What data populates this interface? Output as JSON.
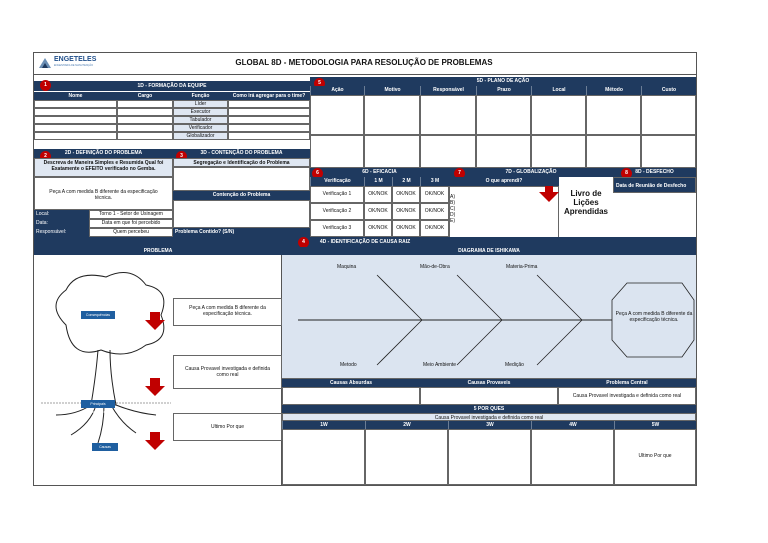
{
  "header": {
    "logo_text": "ENGETELES",
    "logo_sub": "ENGENHARIA DE MANUTENÇÃO",
    "title": "GLOBAL 8D - METODOLOGIA PARA RESOLUÇÃO DE PROBLEMAS"
  },
  "d1": {
    "badge": "1",
    "title": "1D - FORMAÇÃO DA EQUIPE",
    "cols": [
      "Nome",
      "Cargo",
      "Função",
      "Como irá agregar para o time?"
    ],
    "roles": [
      "Líder",
      "Executor",
      "Tabulador",
      "Verificador",
      "Globalizador"
    ]
  },
  "d2": {
    "badge": "2",
    "title": "2D - DEFINIÇÃO DO PROBLEMA",
    "prompt": "Descreva de Maneira Simples e Resumida Qual foi Exatamente o EFEITO verificado no Gemba.",
    "answer": "Peça A com medida B diferente da especificação técnica.",
    "rows": [
      {
        "label": "Local:",
        "value": "Torno 1 - Setor de Usinagem"
      },
      {
        "label": "Data:",
        "value": "Data em que foi percebido"
      },
      {
        "label": "Responsável:",
        "value": "Quem percebeu"
      }
    ]
  },
  "d3": {
    "badge": "3",
    "title": "3D - CONTENÇÃO DO PROBLEMA",
    "sub": "Segregação e Identificação do Problema",
    "contencao": "Contenção do Problema",
    "contido": "Problema Contido? (S/N)"
  },
  "d5": {
    "badge": "5",
    "title": "5D - PLANO DE AÇÃO",
    "cols": [
      "Ação",
      "Motivo",
      "Responsável",
      "Prazo",
      "Local",
      "Método",
      "Custo"
    ]
  },
  "d6": {
    "badge": "6",
    "title": "6D - EFICACIA",
    "cols": [
      "Verificação",
      "1 M",
      "2 M",
      "3 M"
    ],
    "rows": [
      {
        "label": "Verificação 1",
        "vals": [
          "OK/NOK",
          "OK/NOK",
          "OK/NOK"
        ]
      },
      {
        "label": "Verificação 2",
        "vals": [
          "OK/NOK",
          "OK/NOK",
          "OK/NOK"
        ]
      },
      {
        "label": "Verificação 3",
        "vals": [
          "OK/NOK",
          "OK/NOK",
          "OK/NOK"
        ]
      }
    ]
  },
  "d7": {
    "badge": "7",
    "title": "7D - GLOBALIZAÇÃO",
    "question": "O que aprendi?",
    "letters": [
      "A)",
      "B)",
      "C)",
      "D)",
      "E)"
    ],
    "book": "Livro de Lições Aprendidas"
  },
  "d8": {
    "badge": "8",
    "title": "8D - DESFECHO",
    "sub": "Data de Reunião de Desfecho"
  },
  "d4": {
    "badge": "4",
    "title": "4D - IDENTIFICAÇÃO DE CAUSA RAIZ",
    "problema": "PROBLEMA",
    "ishikawa": "DIAGRAMA DE ISHIKAWA",
    "tree": {
      "leaves": "Consequências",
      "trunk": "Principais Correlações",
      "roots": "Causas",
      "box1": "Peça A com medida B diferente da especificação técnica.",
      "box2": "Causa Provavel investigada e definida como real",
      "box3": "Ultimo Por que"
    },
    "fishbone": {
      "top": [
        "Maquina",
        "Mão-de-Obra",
        "Materia-Prima"
      ],
      "bottom": [
        "Metodo",
        "Meio Ambiente",
        "Medição"
      ],
      "head": "Peça A com medida B diferente da especificação técnica."
    },
    "causes": {
      "absurdas": "Causas Absurdas",
      "provaveis": "Causas Provaveis",
      "central": "Problema Central",
      "central_value": "Causa Provavel investigada e definida como real"
    },
    "whys": {
      "title": "5 POR QUES",
      "sub": "Causa Provavel investigada e definida como real",
      "cols": [
        "1W",
        "2W",
        "3W",
        "4W",
        "5W"
      ],
      "last": "Ultimo Por que"
    }
  }
}
